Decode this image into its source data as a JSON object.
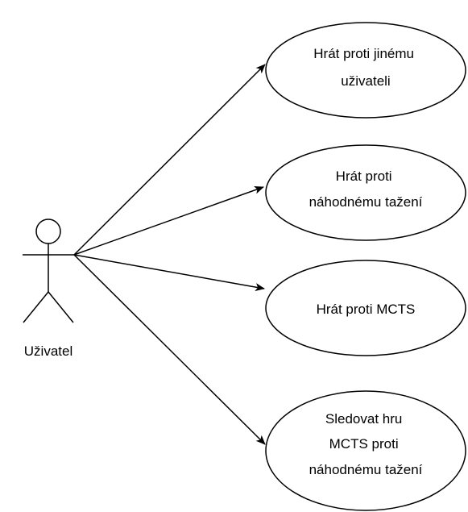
{
  "actor": {
    "label": "Uživatel"
  },
  "use_cases": [
    {
      "id": "uc1",
      "lines": [
        "Hrát proti jinému",
        "uživateli"
      ]
    },
    {
      "id": "uc2",
      "lines": [
        "Hrát proti",
        "náhodnému tažení"
      ]
    },
    {
      "id": "uc3",
      "lines": [
        "Hrát proti MCTS"
      ]
    },
    {
      "id": "uc4",
      "lines": [
        "Sledovat hru",
        "MCTS proti",
        "náhodnému tažení"
      ]
    }
  ],
  "colors": {
    "stroke": "#000000",
    "fill": "#ffffff",
    "background": "#ffffff"
  }
}
